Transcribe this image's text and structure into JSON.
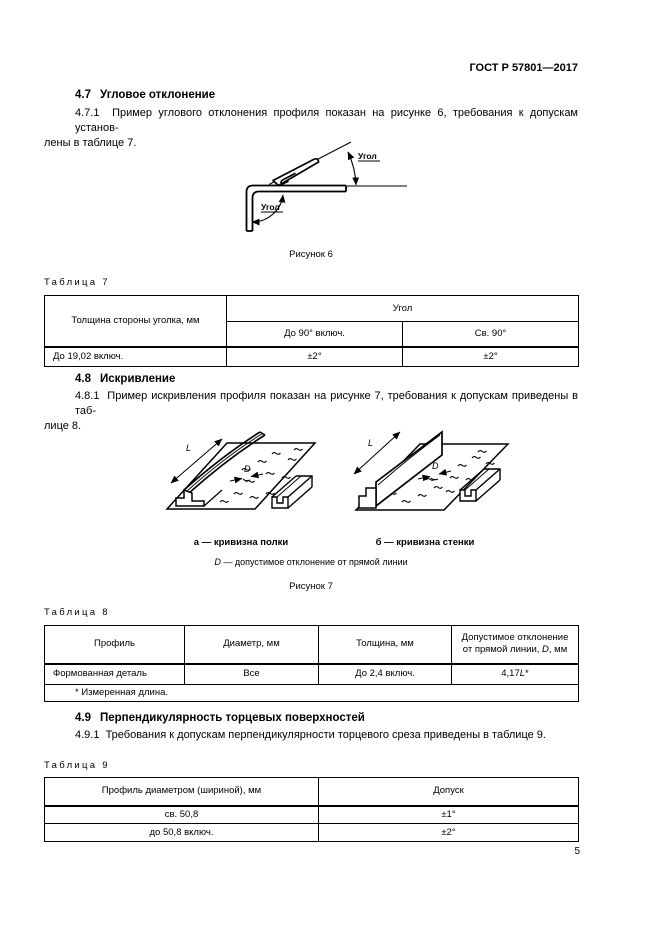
{
  "header": {
    "doc_number": "ГОСТ Р 57801—2017"
  },
  "footer": {
    "page_number": "5"
  },
  "s47": {
    "num": "4.7",
    "title": "Угловое отклонение",
    "p_line1": "4.7.1  Пример углового отклонения профиля показан на рисунке 6, требования к допускам установ-",
    "p_line2": "лены в таблице 7."
  },
  "fig6": {
    "caption": "Рисунок 6",
    "angle_top": "Угол",
    "angle_bottom": "Угол"
  },
  "table7": {
    "label": "Таблица 7",
    "col1": "Толщина стороны уголка, мм",
    "group": "Угол",
    "sub1": "До 90° включ.",
    "sub2": "Св. 90°",
    "r1c1": "До 19,02 включ.",
    "r1c2": "±2°",
    "r1c3": "±2°"
  },
  "s48": {
    "num": "4.8",
    "title": "Искривление",
    "p_line1": "4.8.1  Пример искривления профиля показан на рисунке 7, требования к допускам приведены в таб-",
    "p_line2": "лице 8."
  },
  "fig7": {
    "caption": "Рисунок 7",
    "caption_a": "а — кривизна полки",
    "caption_b": "б — кривизна стенки",
    "note_var": "D",
    "note_rest": " — допустимое отклонение от прямой линии",
    "label_l": "L",
    "label_d": "D"
  },
  "table8": {
    "label": "Таблица 8",
    "h1": "Профиль",
    "h2": "Диаметр, мм",
    "h3": "Толщина, мм",
    "h4_before": "Допустимое отклонение от прямой линии, ",
    "h4_var": "D",
    "h4_after": ", мм",
    "r1c1": "Формованная деталь",
    "r1c2": "Все",
    "r1c3": "До 2,4 включ.",
    "r1c4_val": "4,17",
    "r1c4_var": "L",
    "r1c4_star": "*",
    "footnote": "* Измеренная длина."
  },
  "s49": {
    "num": "4.9",
    "title": "Перпендикулярность торцевых поверхностей",
    "p_line1": "4.9.1  Требования к допускам перпендикулярности торцевого среза приведены в таблице 9."
  },
  "table9": {
    "label": "Таблица 9",
    "h1": "Профиль диаметром (шириной), мм",
    "h2": "Допуск",
    "r1c1": "св. 50,8",
    "r1c2": "±1°",
    "r2c1": "до 50,8 включ.",
    "r2c2": "±2°"
  }
}
